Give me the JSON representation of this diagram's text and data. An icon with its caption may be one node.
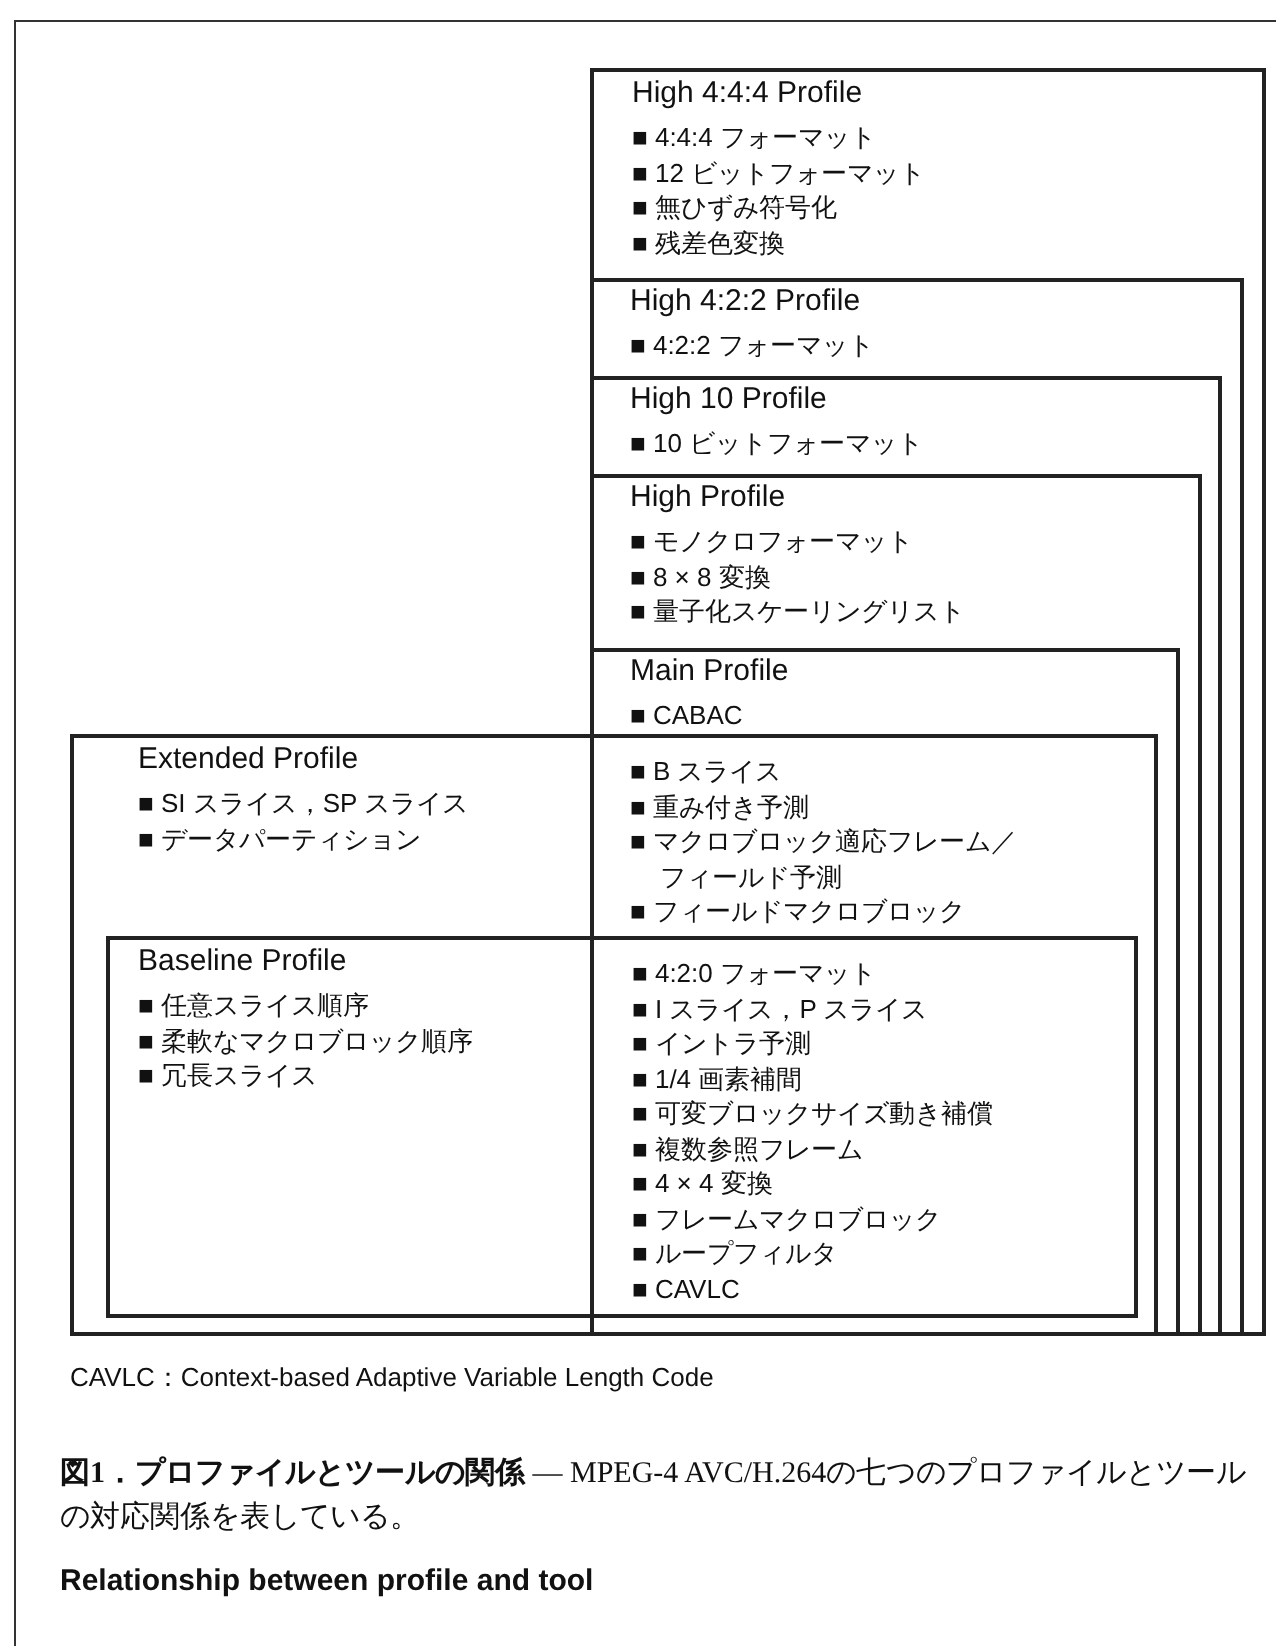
{
  "diagram": {
    "caption": "**図1．プロファイルとツールの関係** — MPEG-4 AVC/H.264の七つのプロファイルとツールの対応関係を表している。",
    "nodes": [
      {
        "text": [
          "High 4:4:4 Profile",
          "■ 4:4:4 フォーマット",
          "■ 12 ビットフォーマット",
          "■ 無ひずみ符号化",
          "■ 残差色変換"
        ]
      },
      {
        "text": [
          "High 4:2:2 Profile",
          "■ 4:2:2 フォーマット"
        ],
        "in": 0
      },
      {
        "text": [
          "High 10 Profile",
          "■ 10 ビットフォーマット"
        ],
        "in": 1
      },
      {
        "text": [
          "High Profile",
          "■ モノクロフォーマット",
          "■ 8 × 8 変換",
          "■ 量子化スケーリングリスト"
        ],
        "in": 2
      },
      {
        "text": [
          "Main Profile",
          "■ CABAC",
          "■ B スライス",
          "■ 重み付き予測",
          "■ マクロブロック適応フレーム／フィールド予測",
          "■ フィールドマクロブロック"
        ],
        "in": 3
      },
      {
        "text": [
          "Extended Profile",
          "■ SI スライス，SP スライス",
          "■ データパーティション"
        ]
      },
      {
        "text": [
          "Baseline Profile",
          "■ 任意スライス順序",
          "■ 柔軟なマクロブロック順序",
          "■ 冗長スライス",
          "■ 4:2:0 フォーマット",
          "■ I スライス，P スライス",
          "■ イントラ予測",
          "■ 1/4 画素補間",
          "■ 可変ブロックサイズ動き補償",
          "■ 複数参照フレーム",
          "■ 4 × 4 変換",
          "■ フレームマクロブロック",
          "■ ループフィルタ",
          "■ CAVLC"
        ],
        "in": 5
      }
    ],
    "labels": [
      "CAVLC：Context-based Adaptive Variable Length Code",
      "Relationship between profile and tool"
    ]
  }
}
